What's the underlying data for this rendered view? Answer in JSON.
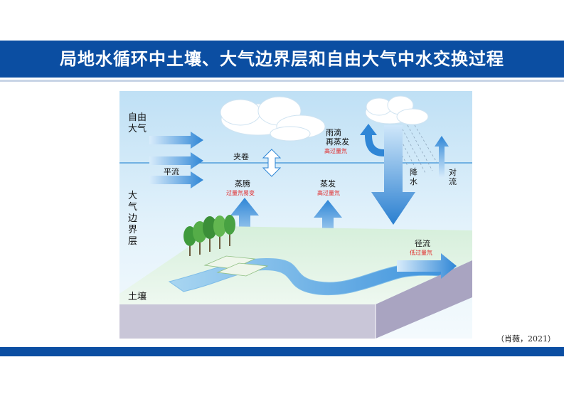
{
  "title": "局地水循环中土壤、大气边界层和自由大气中水交换过程",
  "citation": "（肖薇，2021）",
  "labels": {
    "free_atmosphere": "自由\n大气",
    "boundary_layer": "大\n气\n边\n界\n层",
    "soil": "土壤",
    "advection": "平流",
    "entrainment": "夹卷",
    "transpiration": "蒸腾",
    "transpiration_note": "过量氘易变",
    "evaporation": "蒸发",
    "evaporation_note": "高过量氘",
    "rain_reevap": "雨滴\n再蒸发",
    "rain_reevap_note": "高过量氘",
    "precipitation": "降\n水",
    "convection": "对\n流",
    "runoff": "径流",
    "runoff_note": "低过量氘"
  },
  "colors": {
    "banner": "#0b4ea2",
    "sky_top": "#bfe0f5",
    "arrow": "#2f86d6",
    "note_red": "#e21d1d",
    "land_green": "#dff2e2",
    "soil_purple": "#b7b3cc"
  }
}
